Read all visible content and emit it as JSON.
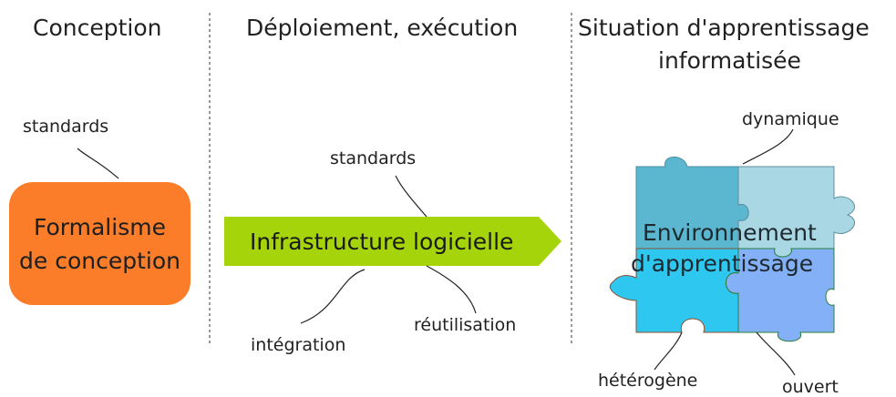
{
  "columns": {
    "conception": "Conception",
    "deployment": "Déploiement, exécution",
    "situation_line1": "Situation d'apprentissage",
    "situation_line2": "informatisée"
  },
  "conception": {
    "label_standards": "standards",
    "box_line1": "Formalisme",
    "box_line2": "de conception",
    "box_color": "#fb7d2a"
  },
  "deployment": {
    "arrow_label": "Infrastructure logicielle",
    "arrow_color": "#a6d40a",
    "label_standards": "standards",
    "label_integration": "intégration",
    "label_reutilisation": "réutilisation"
  },
  "situation": {
    "puzzle_line1": "Environnement",
    "puzzle_line2": "d'apprentissage",
    "label_dynamique": "dynamique",
    "label_heterogene": "hétérogène",
    "label_ouvert": "ouvert",
    "piece_colors": [
      "#5bb7cf",
      "#a9d8e4",
      "#2ec7ef",
      "#84b0f7"
    ]
  }
}
